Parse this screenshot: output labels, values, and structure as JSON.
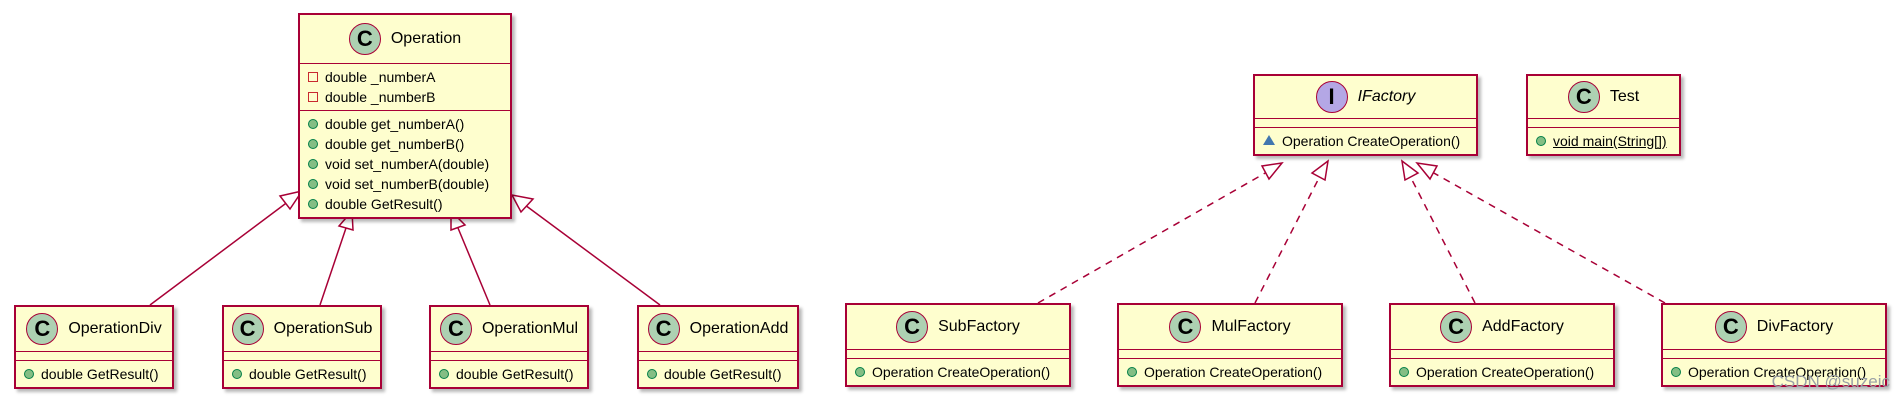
{
  "classes": {
    "operation": {
      "name": "Operation",
      "stereotype_letter": "C",
      "fields": [
        "double _numberA",
        "double _numberB"
      ],
      "methods": [
        "double get_numberA()",
        "double get_numberB()",
        "void set_numberA(double)",
        "void set_numberB(double)",
        "double GetResult()"
      ]
    },
    "operation_div": {
      "name": "OperationDiv",
      "stereotype_letter": "C",
      "method": "double GetResult()"
    },
    "operation_sub": {
      "name": "OperationSub",
      "stereotype_letter": "C",
      "method": "double GetResult()"
    },
    "operation_mul": {
      "name": "OperationMul",
      "stereotype_letter": "C",
      "method": "double GetResult()"
    },
    "operation_add": {
      "name": "OperationAdd",
      "stereotype_letter": "C",
      "method": "double GetResult()"
    },
    "ifactory": {
      "name": "IFactory",
      "stereotype_letter": "I",
      "method": "Operation CreateOperation()"
    },
    "test": {
      "name": "Test",
      "stereotype_letter": "C",
      "method": "void main(String[])"
    },
    "sub_factory": {
      "name": "SubFactory",
      "stereotype_letter": "C",
      "method": "Operation CreateOperation()"
    },
    "mul_factory": {
      "name": "MulFactory",
      "stereotype_letter": "C",
      "method": "Operation CreateOperation()"
    },
    "add_factory": {
      "name": "AddFactory",
      "stereotype_letter": "C",
      "method": "Operation CreateOperation()"
    },
    "div_factory": {
      "name": "DivFactory",
      "stereotype_letter": "C",
      "method": "Operation CreateOperation()"
    }
  },
  "relations": [
    {
      "from": "OperationDiv",
      "to": "Operation",
      "kind": "generalization"
    },
    {
      "from": "OperationSub",
      "to": "Operation",
      "kind": "generalization"
    },
    {
      "from": "OperationMul",
      "to": "Operation",
      "kind": "generalization"
    },
    {
      "from": "OperationAdd",
      "to": "Operation",
      "kind": "generalization"
    },
    {
      "from": "SubFactory",
      "to": "IFactory",
      "kind": "realization"
    },
    {
      "from": "MulFactory",
      "to": "IFactory",
      "kind": "realization"
    },
    {
      "from": "AddFactory",
      "to": "IFactory",
      "kind": "realization"
    },
    {
      "from": "DivFactory",
      "to": "IFactory",
      "kind": "realization"
    }
  ],
  "colors": {
    "class_fill": "#fefece",
    "border": "#a80036",
    "class_circle": "#add1b2",
    "interface_circle": "#b4a7e5"
  },
  "watermark": "CSDN @suzeic"
}
